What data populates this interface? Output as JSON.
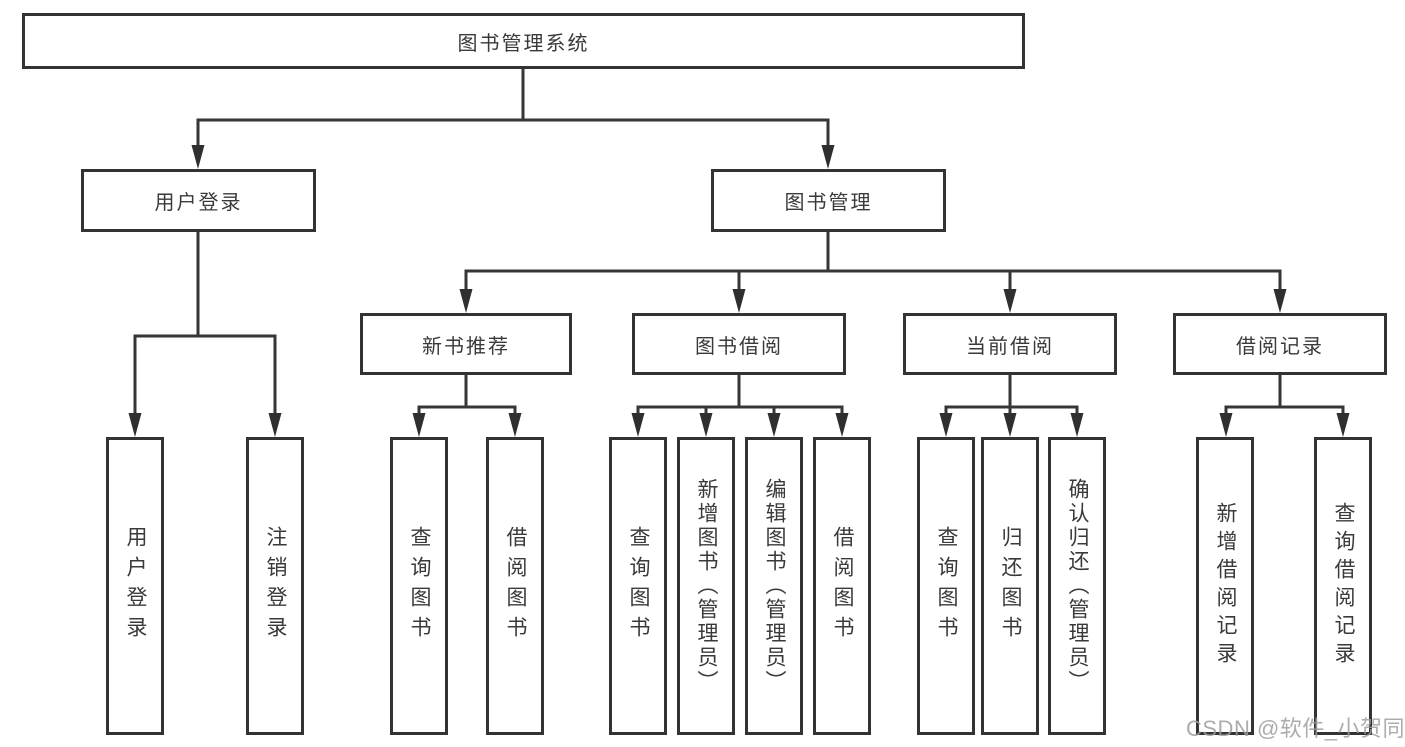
{
  "diagram": {
    "root": {
      "label": "图书管理系统"
    },
    "branches": {
      "user_login": {
        "label": "用户登录",
        "children": {
          "login": "用户登录",
          "logout": "注销登录"
        }
      },
      "book_mgmt": {
        "label": "图书管理",
        "sections": {
          "new_book_rec": {
            "label": "新书推荐",
            "children": {
              "query": "查询图书",
              "borrow": "借阅图书"
            }
          },
          "book_borrow": {
            "label": "图书借阅",
            "children": {
              "query": "查询图书",
              "add": "新增图书（管理员）",
              "edit": "编辑图书（管理员）",
              "borrow": "借阅图书"
            }
          },
          "current_borrow": {
            "label": "当前借阅",
            "children": {
              "query": "查询图书",
              "return": "归还图书",
              "confirm": "确认归还（管理员）"
            }
          },
          "borrow_records": {
            "label": "借阅记录",
            "children": {
              "add": "新增借阅记录",
              "query": "查询借阅记录"
            }
          }
        }
      }
    }
  },
  "watermark": {
    "text": "CSDN @软件_小贺同学"
  },
  "colors": {
    "line": "#363636",
    "box_border": "#333333",
    "text": "#3a3a3a",
    "background": "#ffffff",
    "watermark": "#9e9e9e"
  }
}
